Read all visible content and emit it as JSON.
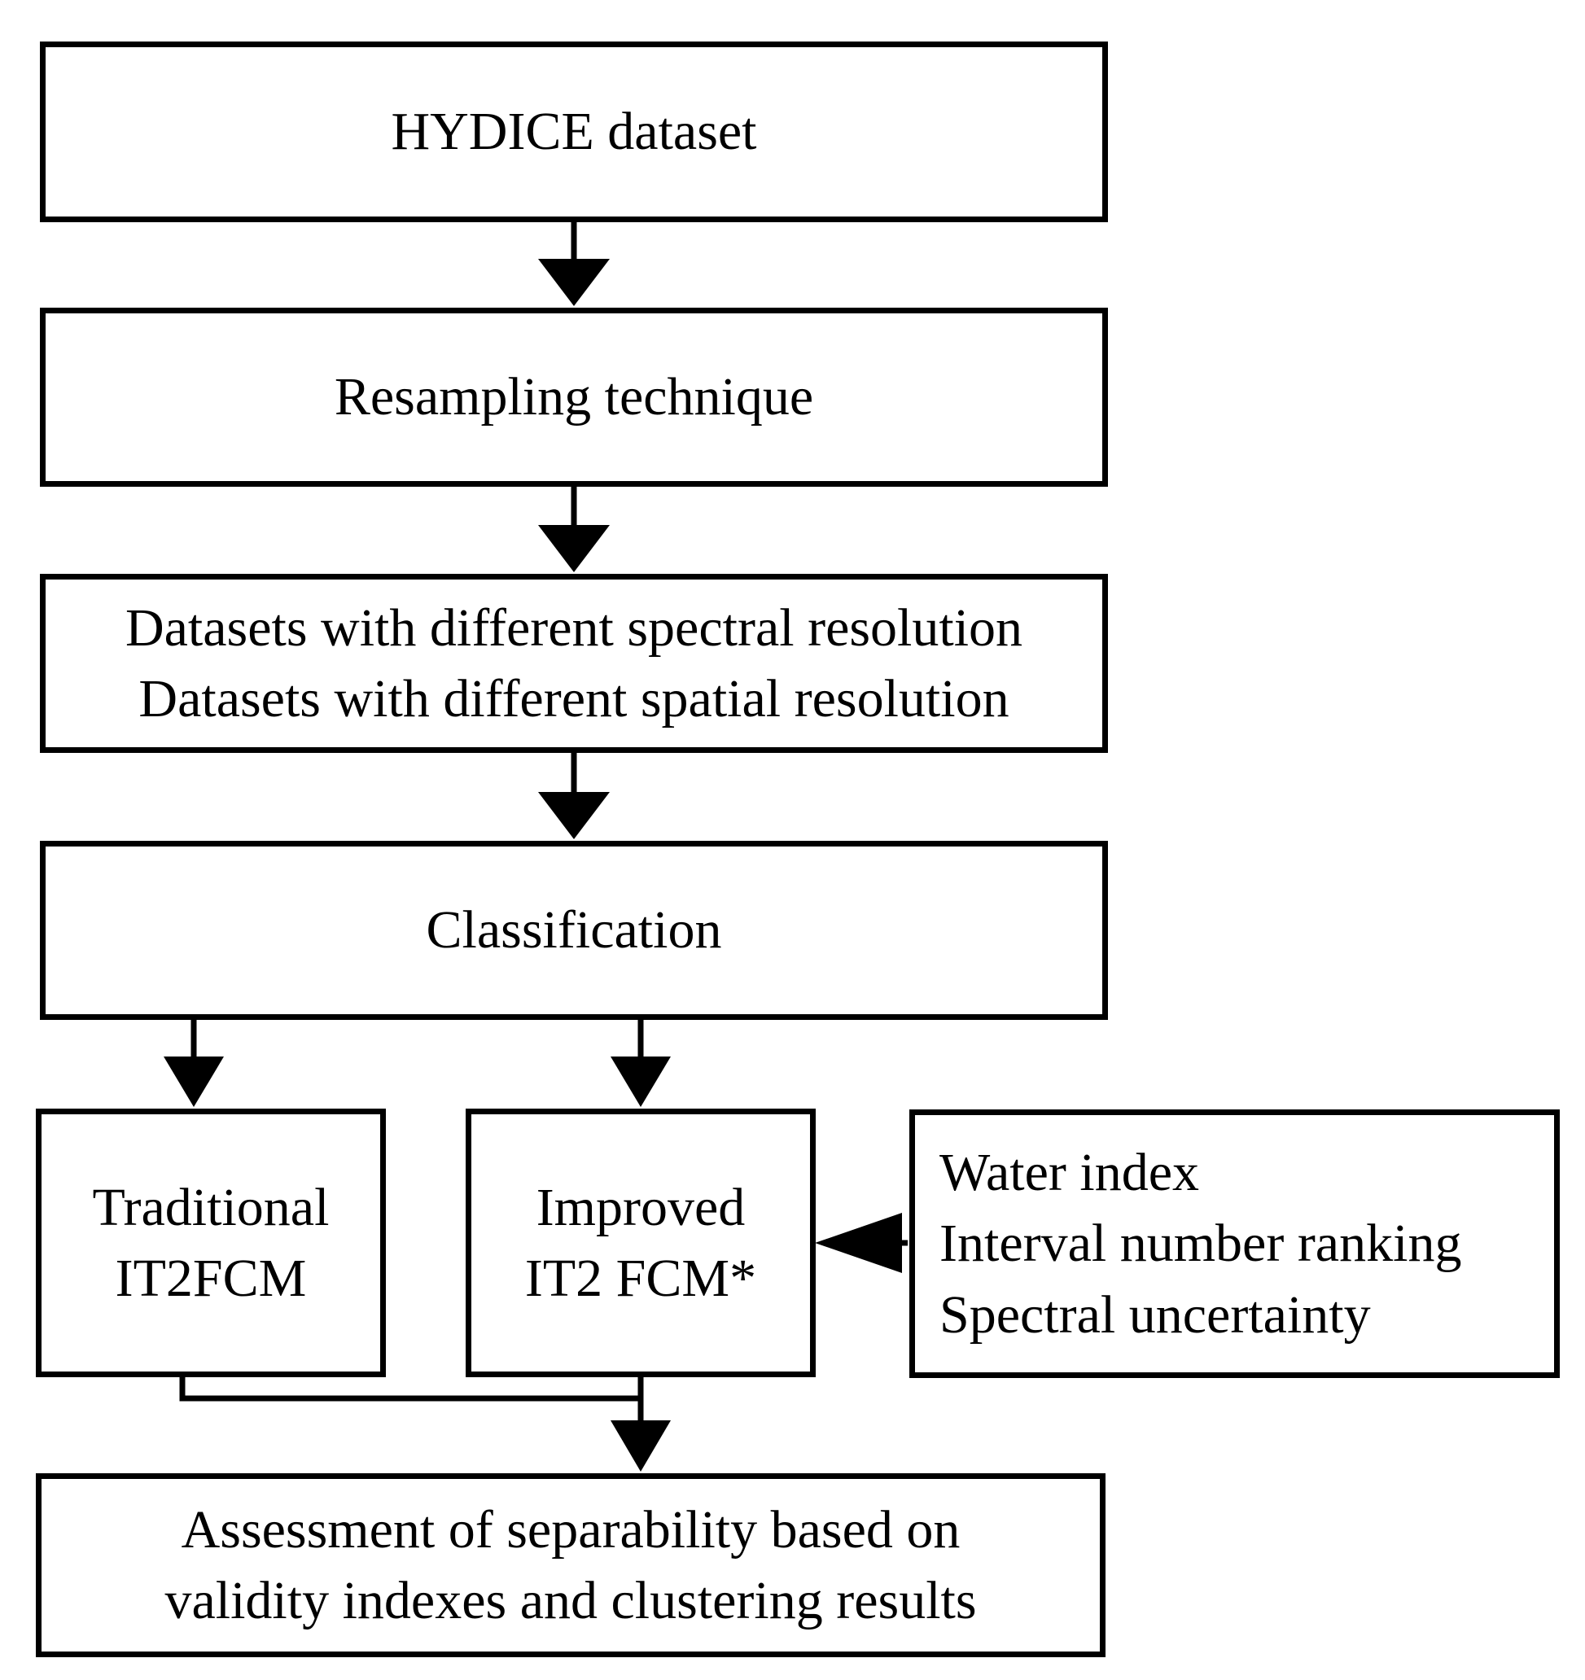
{
  "nodes": {
    "hydice": {
      "lines": [
        "HYDICE dataset"
      ]
    },
    "resampling": {
      "lines": [
        "Resampling technique"
      ]
    },
    "datasets": {
      "lines": [
        "Datasets with different spectral resolution",
        "Datasets with different spatial resolution"
      ]
    },
    "classification": {
      "lines": [
        "Classification"
      ]
    },
    "traditional": {
      "lines": [
        "Traditional",
        "IT2FCM"
      ]
    },
    "improved": {
      "lines": [
        "Improved",
        "IT2 FCM*"
      ]
    },
    "factors": {
      "lines": [
        "Water index",
        "Interval number ranking",
        "Spectral uncertainty"
      ]
    },
    "assessment": {
      "lines": [
        "Assessment of separability based on",
        "validity indexes and clustering results"
      ]
    }
  },
  "edges": [
    {
      "from": "hydice",
      "to": "resampling"
    },
    {
      "from": "resampling",
      "to": "datasets"
    },
    {
      "from": "datasets",
      "to": "classification"
    },
    {
      "from": "classification",
      "to": "traditional"
    },
    {
      "from": "classification",
      "to": "improved"
    },
    {
      "from": "factors",
      "to": "improved"
    },
    {
      "from": "traditional",
      "to": "assessment"
    },
    {
      "from": "improved",
      "to": "assessment"
    }
  ],
  "colors": {
    "stroke": "#000000",
    "background": "#ffffff"
  }
}
